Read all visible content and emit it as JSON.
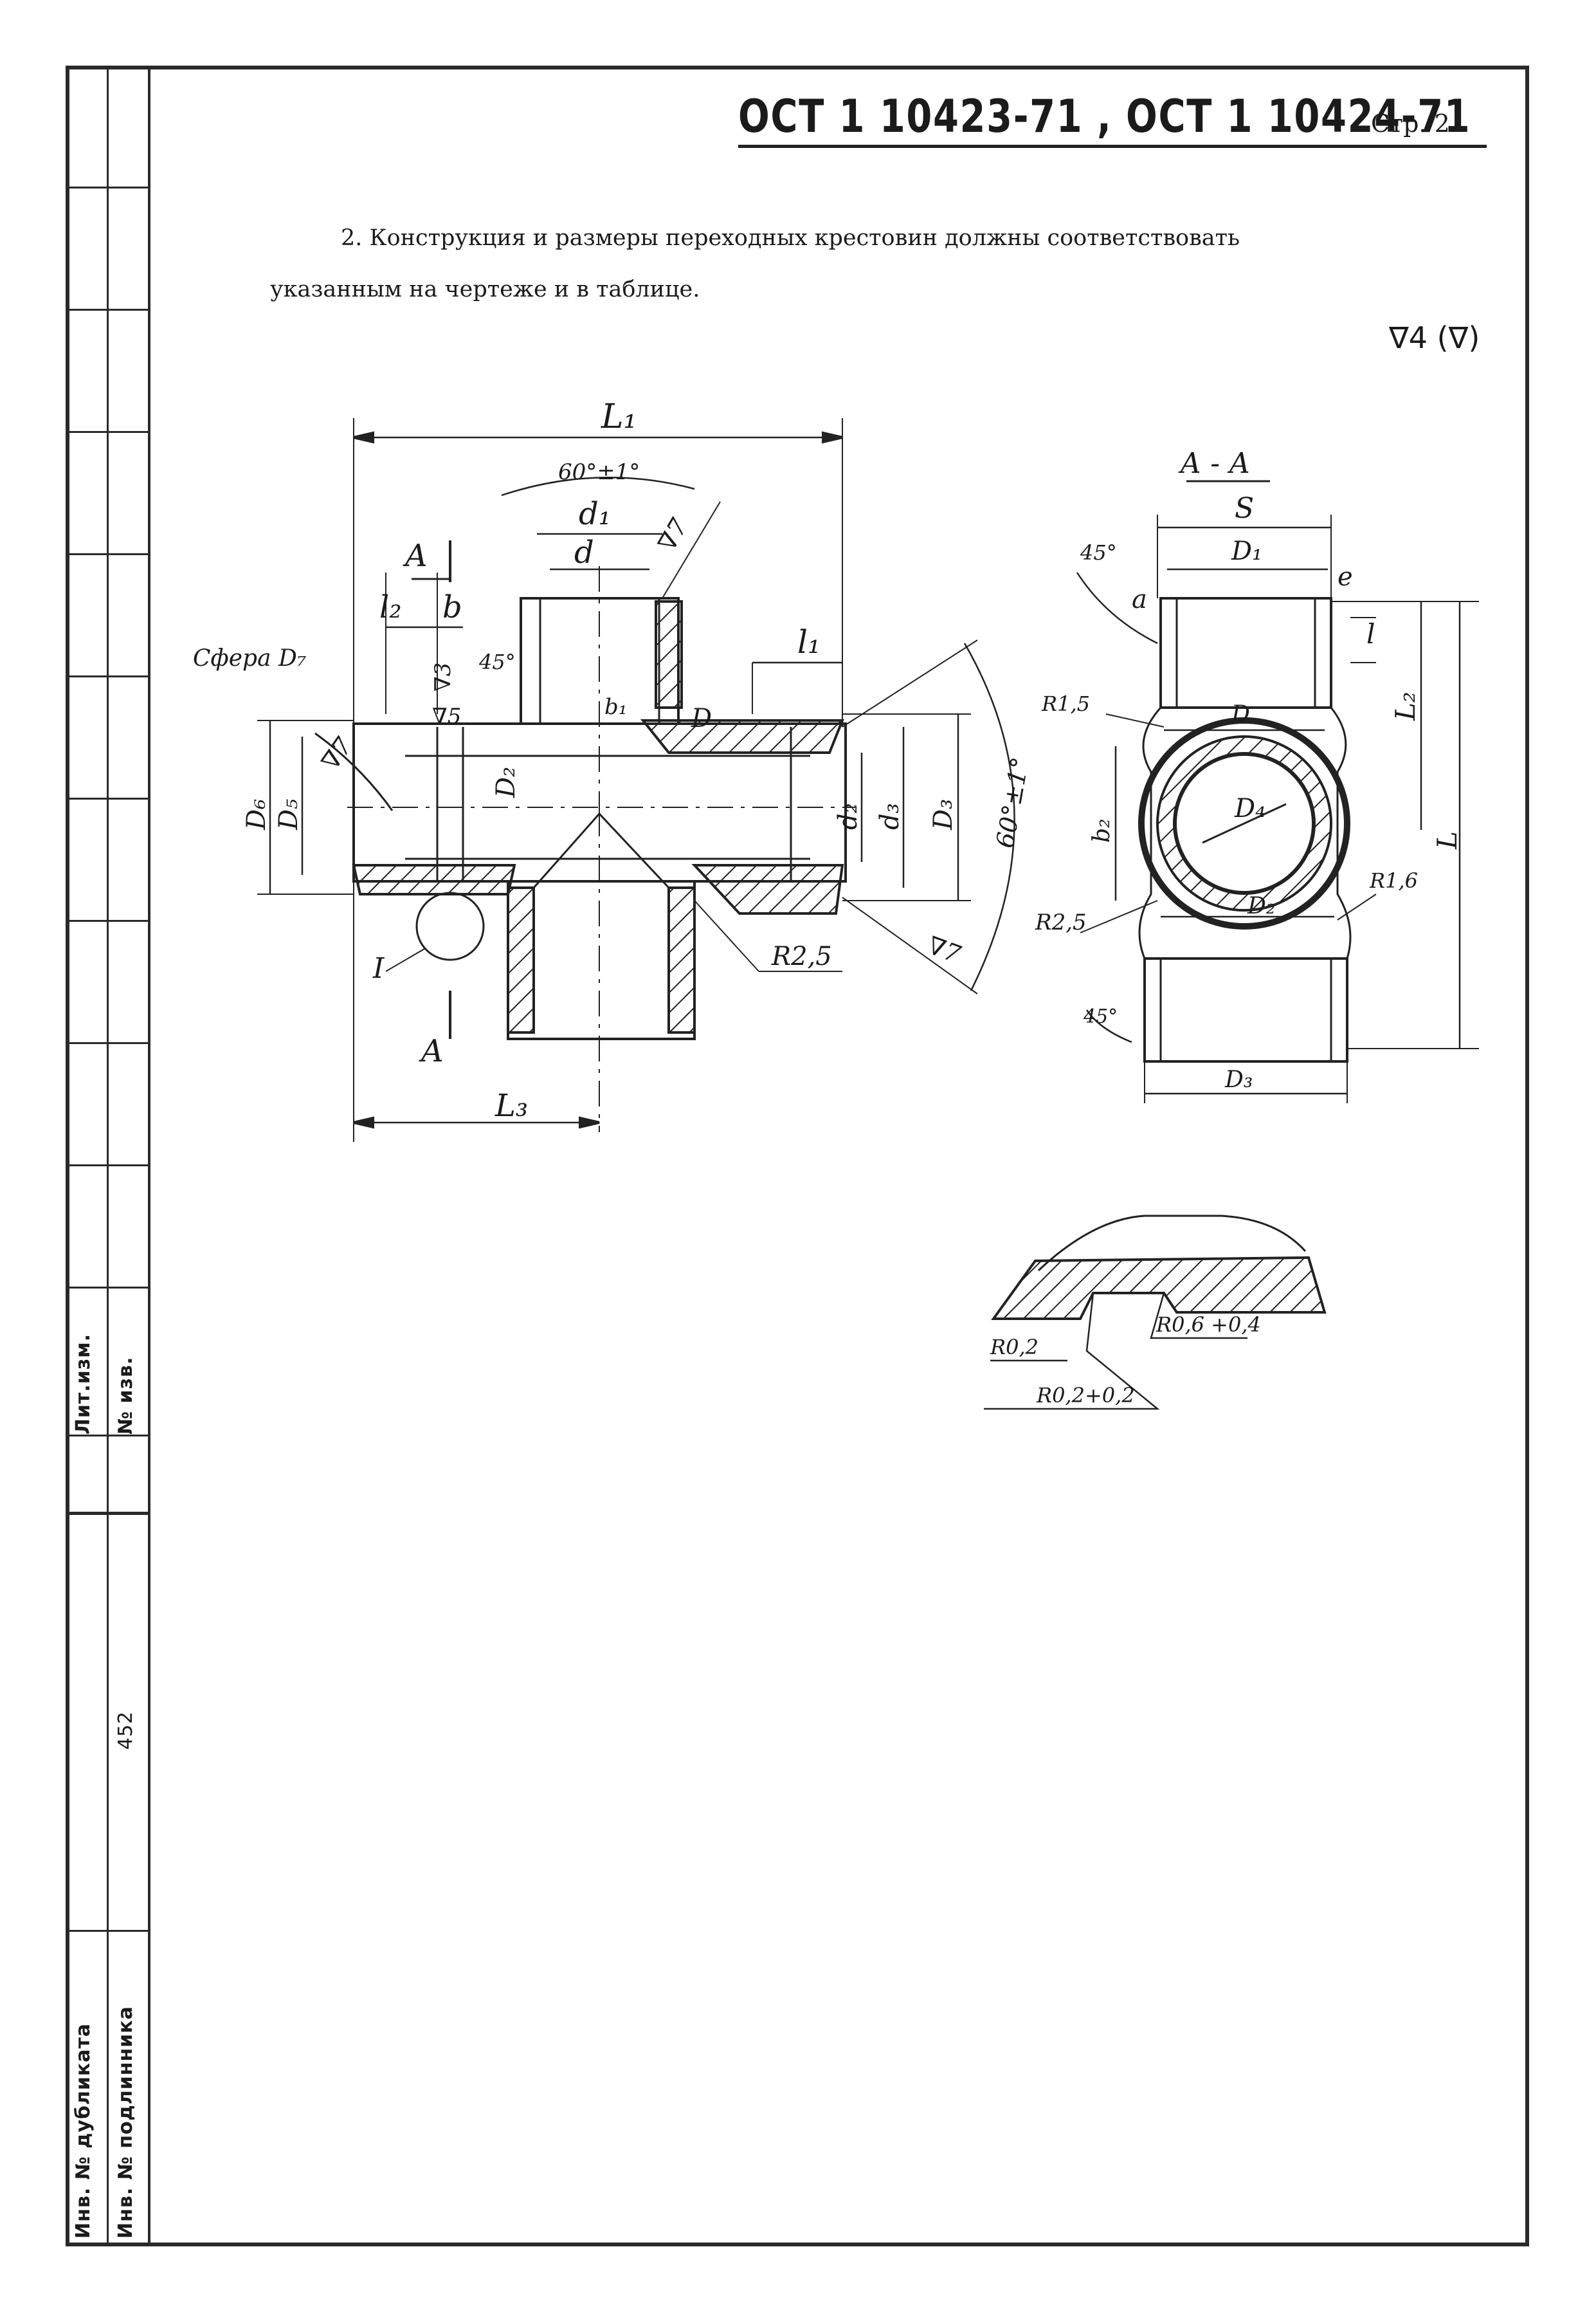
{
  "header": {
    "doc_title": "ОСТ 1 10423-71 , ОСТ 1 10424-71",
    "page_number": "Стр. 2"
  },
  "body_text": {
    "line_1": "2. Конструкция и размеры переходных крестовин должны соответствовать",
    "line_2": "указанным на чертеже и в таблице."
  },
  "surface_mark": "∇4 (∇)",
  "drawing_labels": {
    "L1": "L₁",
    "angle_top": "60°±1°",
    "d1": "d₁",
    "d": "d",
    "rough_7_top": "∇7",
    "section_a_top": "A",
    "l2": "l₂",
    "b": "b",
    "rough_3": "∇3",
    "angle_45": "45°",
    "sphere": "Сфера D₇",
    "l1": "l₁",
    "rough_5": "∇5",
    "b1": "b₁",
    "D2": "D₂",
    "D": "D",
    "D6": "D₆",
    "D5": "D₅",
    "rough_7_left": "∇7",
    "d2": "d₂",
    "d3": "d₃",
    "D3": "D₃",
    "angle_right": "60°±1°",
    "detail_I": "I",
    "R2_5": "R2,5",
    "rough_7_bottom": "∇7",
    "section_a_bottom": "A",
    "L3": "L₃"
  },
  "section_labels": {
    "title": "А - А",
    "S": "S",
    "angle_45_top": "45°",
    "D1": "D₁",
    "a": "a",
    "e": "e",
    "l": "l",
    "L2": "L₂",
    "R1_5": "R1,5",
    "D": "D",
    "b2": "b₂",
    "D4": "D₄",
    "L": "L",
    "R2_5": "R2,5",
    "D2": "D₂",
    "R1_6": "R1,6",
    "angle_45_bottom": "45°",
    "D3": "D₃"
  },
  "detail_labels": {
    "r02": "R0,2",
    "r06": "R0,6 +0,4",
    "r02_tol": "R0,2+0,2"
  },
  "side_strip": {
    "lit_izm": "Лит.изм.",
    "izv_no": "№ изв.",
    "number": "452",
    "inv_dubl": "Инв. № дубликата",
    "inv_podl": "Инв. № подлинника"
  }
}
